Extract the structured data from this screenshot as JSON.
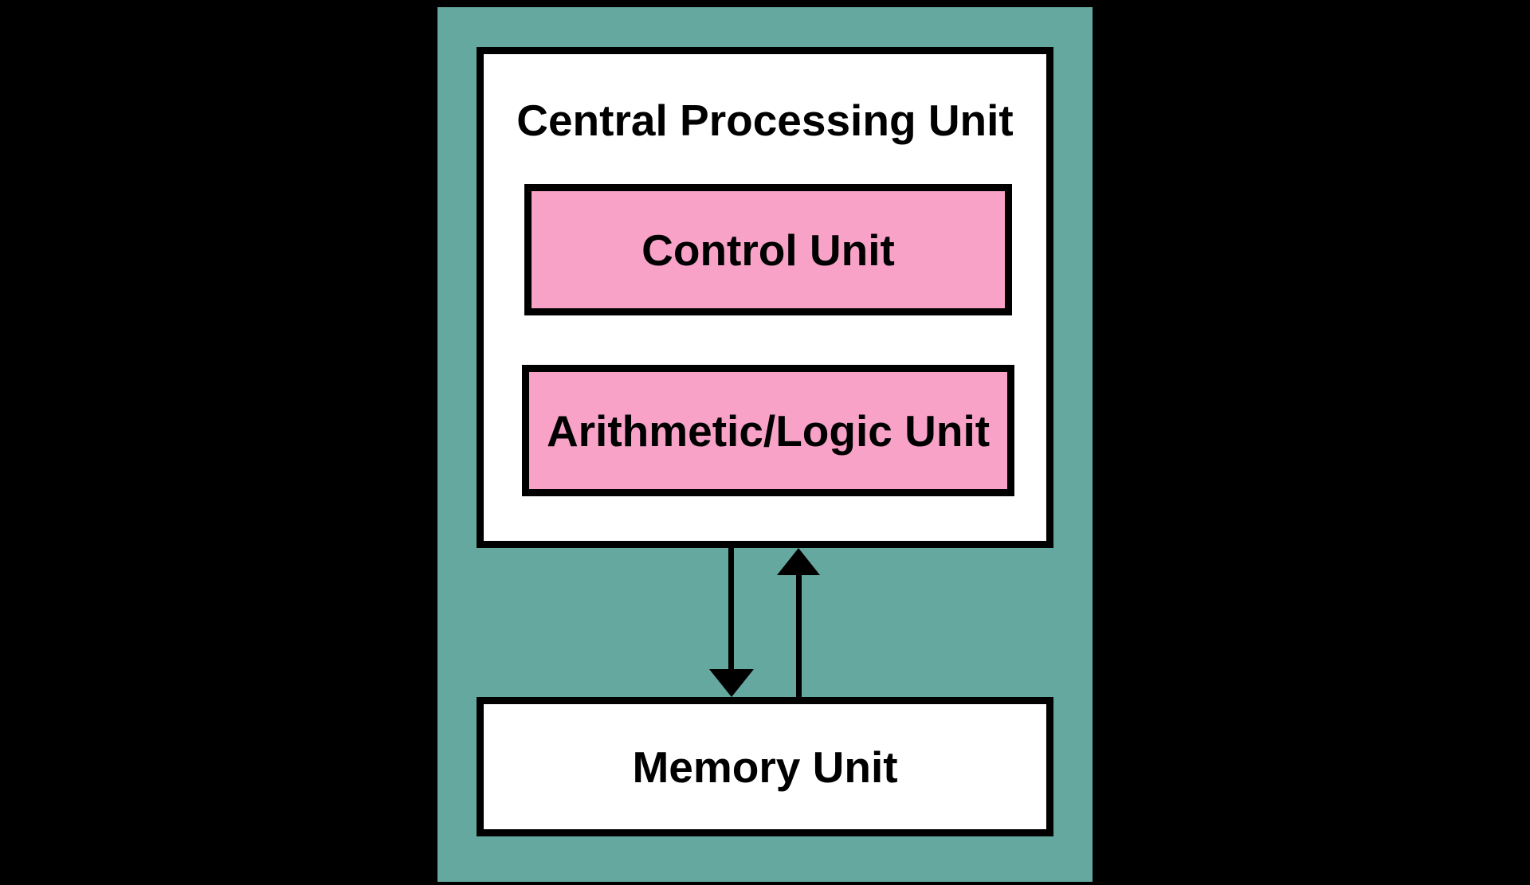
{
  "diagram": {
    "cpu": {
      "title": "Central Processing Unit",
      "children": [
        {
          "label": "Control Unit"
        },
        {
          "label": "Arithmetic/Logic Unit"
        }
      ]
    },
    "memory": {
      "label": "Memory Unit"
    },
    "arrows": [
      {
        "name": "cpu-to-memory",
        "direction": "down"
      },
      {
        "name": "memory-to-cpu",
        "direction": "up"
      }
    ]
  },
  "colors": {
    "background": "#000000",
    "board": "#65A89F",
    "unit_fill": "#F8A2C8",
    "box_fill": "#FFFFFF",
    "line": "#000000",
    "text": "#000000"
  }
}
